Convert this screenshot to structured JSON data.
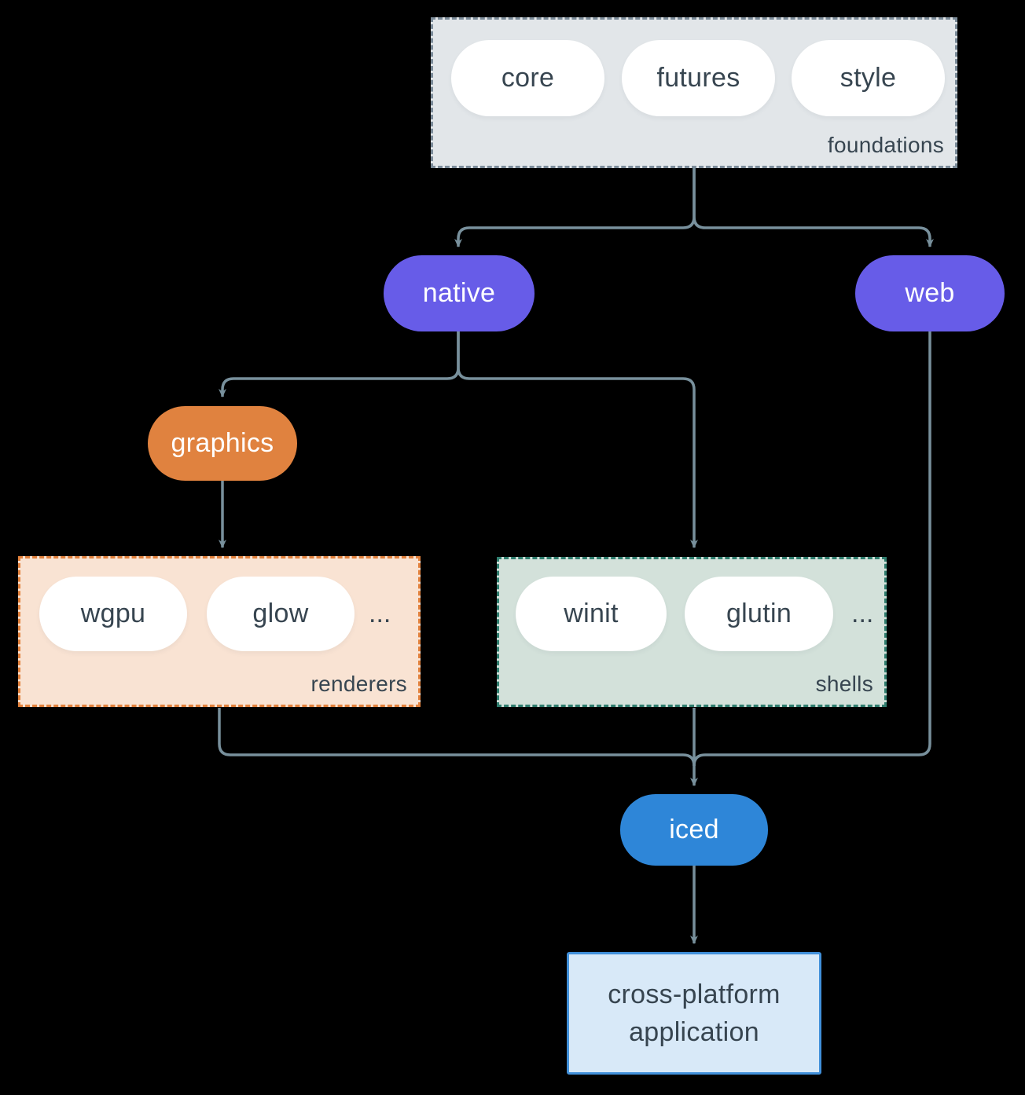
{
  "colors": {
    "background": "#000000",
    "connector": "#78909c",
    "node_text_light": "#ffffff",
    "text_dark": "#374550",
    "purple": "#675ce8",
    "orange": "#e0823f",
    "blue": "#2e86d8",
    "foundations_bg": "#e2e6e9",
    "foundations_border": "#7b8b99",
    "renderers_bg": "#f9e3d3",
    "renderers_border": "#e2813c",
    "shells_bg": "#d3e1da",
    "shells_border": "#2f7d6e",
    "application_bg": "#d8e9f8",
    "application_border": "#4190da",
    "pill_bg": "#ffffff"
  },
  "groups": {
    "foundations": {
      "label": "foundations",
      "pills": [
        "core",
        "futures",
        "style"
      ]
    },
    "renderers": {
      "label": "renderers",
      "pills": [
        "wgpu",
        "glow"
      ],
      "ellipsis": "..."
    },
    "shells": {
      "label": "shells",
      "pills": [
        "winit",
        "glutin"
      ],
      "ellipsis": "..."
    }
  },
  "nodes": {
    "native": "native",
    "web": "web",
    "graphics": "graphics",
    "iced": "iced",
    "application": "cross-platform application"
  }
}
